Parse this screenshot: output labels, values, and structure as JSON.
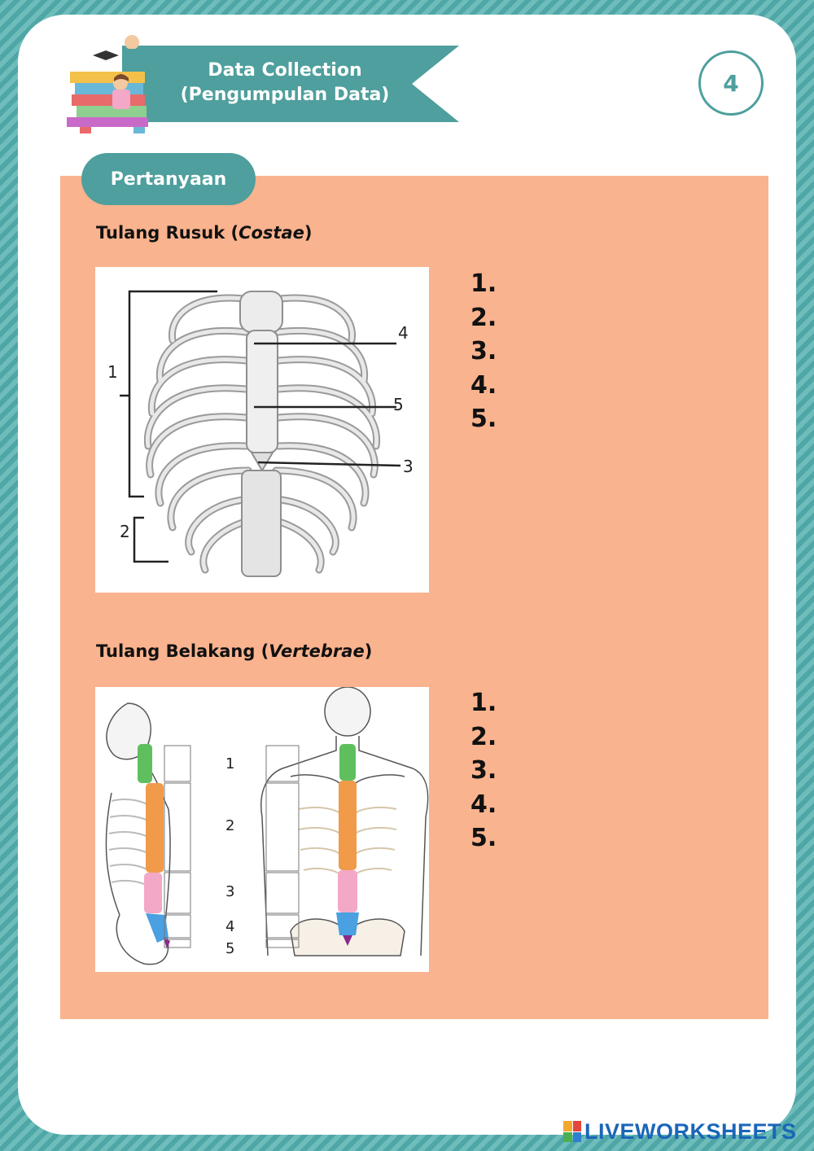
{
  "header": {
    "title_line1": "Data Collection",
    "title_line2": "(Pengumpulan Data)",
    "page_number": "4"
  },
  "tab": {
    "label": "Pertanyaan"
  },
  "sections": [
    {
      "title": "Tulang Rusuk (",
      "title_italic": "Costae",
      "title_end": ")",
      "figure_labels": [
        "1",
        "2",
        "3",
        "4",
        "5"
      ],
      "answers": [
        "1.",
        "2.",
        "3.",
        "4.",
        "5."
      ]
    },
    {
      "title": "Tulang Belakang (",
      "title_italic": "Vertebrae",
      "title_end": ")",
      "figure_labels": [
        "1",
        "2",
        "3",
        "4",
        "5"
      ],
      "answers": [
        "1.",
        "2.",
        "3.",
        "4.",
        "5."
      ],
      "region_colors": {
        "cervical": "#5fbf5f",
        "thoracic": "#f09a4a",
        "lumbar": "#f3a8c8",
        "sacrum": "#4aa0e0",
        "coccyx": "#8a2a8a"
      }
    }
  ],
  "colors": {
    "teal": "#4e9f9d",
    "panel": "#f9b38e"
  },
  "watermark": {
    "text": "LIVEWORKSHEETS"
  }
}
